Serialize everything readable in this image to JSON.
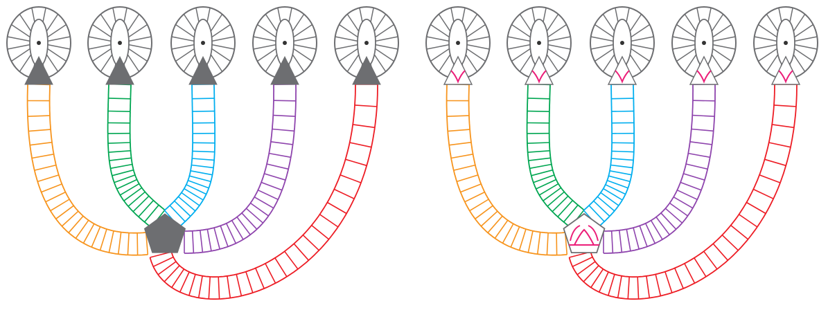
{
  "colors": {
    "outline": "#6d6e71",
    "fill_dark": "#6d6e71",
    "accent": "#ec1e79",
    "background": "#ffffff",
    "strands": [
      "#f7941d",
      "#00a651",
      "#00aeef",
      "#8e44ad",
      "#ed1c24"
    ]
  },
  "panels": [
    {
      "name": "panel-left",
      "variant": "filled"
    },
    {
      "name": "panel-right",
      "variant": "outline"
    }
  ],
  "strand_names": [
    "orange-strand",
    "green-strand",
    "cyan-strand",
    "purple-strand",
    "red-strand"
  ]
}
